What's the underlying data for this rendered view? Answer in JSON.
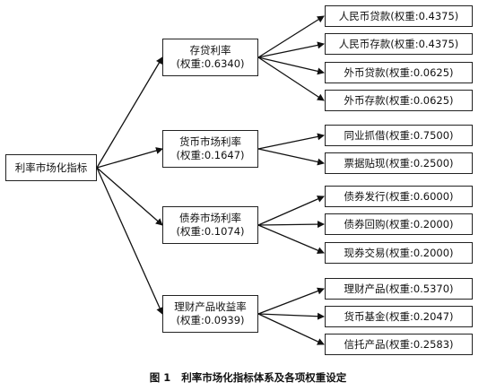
{
  "root": {
    "label": "利率市场化指标"
  },
  "groups": [
    {
      "label": "存贷利率",
      "weight": "(权重:0.6340)",
      "children": [
        "人民币贷款(权重:0.4375)",
        "人民币存款(权重:0.4375)",
        "外币贷款(权重:0.0625)",
        "外币存款(权重:0.0625)"
      ]
    },
    {
      "label": "货币市场利率",
      "weight": "(权重:0.1647)",
      "children": [
        "同业抓借(权重:0.7500)",
        "票据贴现(权重:0.2500)"
      ]
    },
    {
      "label": "债券市场利率",
      "weight": "(权重:0.1074)",
      "children": [
        "债券发行(权重:0.6000)",
        "债券回购(权重:0.2000)",
        "现券交易(权重:0.2000)"
      ]
    },
    {
      "label": "理财产品收益率",
      "weight": "(权重:0.0939)",
      "children": [
        "理财产品(权重:0.5370)",
        "货币基金(权重:0.2047)",
        "信托产品(权重:0.2583)"
      ]
    }
  ],
  "caption": {
    "fig": "图 1",
    "text": "利率市场化指标体系及各项权重设定"
  }
}
